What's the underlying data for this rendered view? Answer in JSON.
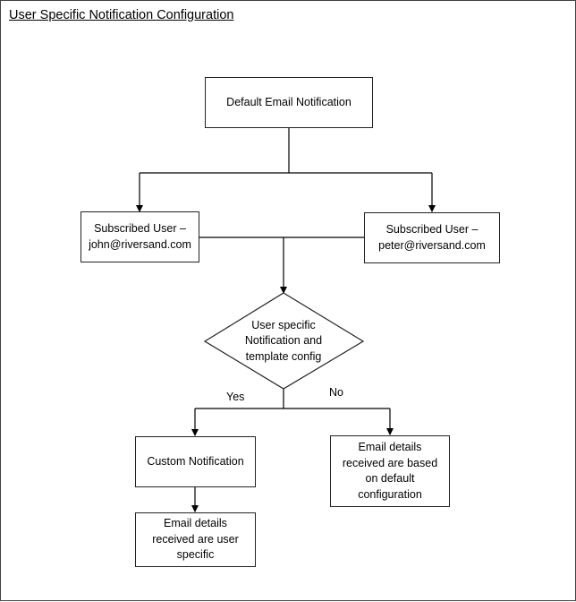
{
  "title": "User Specific Notification Configuration",
  "nodes": {
    "default_email": "Default Email Notification",
    "user_john": "Subscribed User –\njohn@riversand.com",
    "user_peter": "Subscribed User –\npeter@riversand.com",
    "decision": "User specific\nNotification and\ntemplate config",
    "custom_notification": "Custom Notification",
    "email_user_specific": "Email details\nreceived are user\nspecific",
    "email_default": "Email details\nreceived are based\non default\nconfiguration"
  },
  "edge_labels": {
    "yes": "Yes",
    "no": "No"
  }
}
